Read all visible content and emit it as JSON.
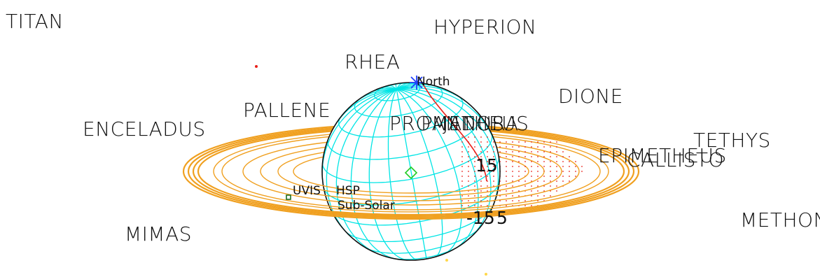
{
  "moons": [
    {
      "name": "TITAN"
    },
    {
      "name": "HYPERION"
    },
    {
      "name": "RHEA"
    },
    {
      "name": "DIONE"
    },
    {
      "name": "PALLENE"
    },
    {
      "name": "PROMETHEUS"
    },
    {
      "name": "PANDORA"
    },
    {
      "name": "JANUS"
    },
    {
      "name": "ENCELADUS"
    },
    {
      "name": "TETHYS"
    },
    {
      "name": "EPIMETHEUS"
    },
    {
      "name": "CALLISTO"
    },
    {
      "name": "MIMAS"
    },
    {
      "name": "METHONE"
    }
  ],
  "labels": {
    "north": "North",
    "instrument_uvis": "UVIS",
    "instrument_hsp": "HSP",
    "sub_solar": "Sub-Solar",
    "lat_upper": "15",
    "lat_lower": "-15",
    "lat_lower_b": "5"
  },
  "colors": {
    "rings": "#f0a020",
    "grid": "#00e5e5",
    "terminator": "#e8201a",
    "north_marker": "#2040ff",
    "sub_solar": "#22cc22",
    "uvis_marker": "#207020",
    "limb": "#111111"
  }
}
